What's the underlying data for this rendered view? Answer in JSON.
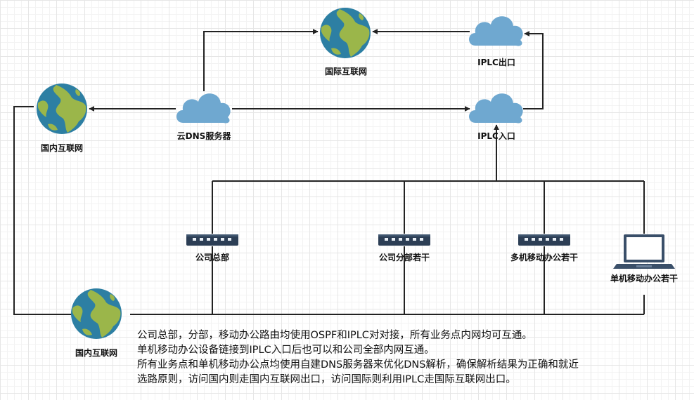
{
  "nodes": {
    "globe_intl": {
      "label": "国际互联网",
      "icon": "globe-icon"
    },
    "globe_domestic_top": {
      "label": "国内互联网",
      "icon": "globe-icon"
    },
    "globe_domestic_bottom": {
      "label": "国内互联网",
      "icon": "globe-icon"
    },
    "cloud_dns": {
      "label": "云DNS服务器",
      "icon": "cloud-icon"
    },
    "cloud_iplc_out": {
      "label": "IPLC出口",
      "icon": "cloud-icon"
    },
    "cloud_iplc_in": {
      "label": "IPLC入口",
      "icon": "cloud-icon"
    },
    "switch_hq": {
      "label": "公司总部",
      "icon": "switch-icon"
    },
    "switch_branches": {
      "label": "公司分部若干",
      "icon": "switch-icon"
    },
    "switch_mobile": {
      "label": "多机移动办公若干",
      "icon": "switch-icon"
    },
    "laptop_single": {
      "label": "单机移动办公若干",
      "icon": "laptop-icon"
    }
  },
  "colors": {
    "cloud": "#6fa8d0",
    "ocean": "#2d7fa3",
    "land": "#9bb64a",
    "switch": "#2c3e55",
    "line": "#222222",
    "laptop": "#3a4f69"
  },
  "description_lines": [
    "公司总部，分部，移动办公路由均使用OSPF和IPLC对对接，所有业务点内网均可互通。",
    "单机移动办公设备链接到IPLC入口后也可以和公司全部内网互通。",
    "所有业务点和单机移动办公点均使用自建DNS服务器来优化DNS解析，确保解析结果为正确和就近",
    "选路原则，访问国内则走国内互联网出口，访问国际则利用IPLC走国际互联网出口。"
  ]
}
